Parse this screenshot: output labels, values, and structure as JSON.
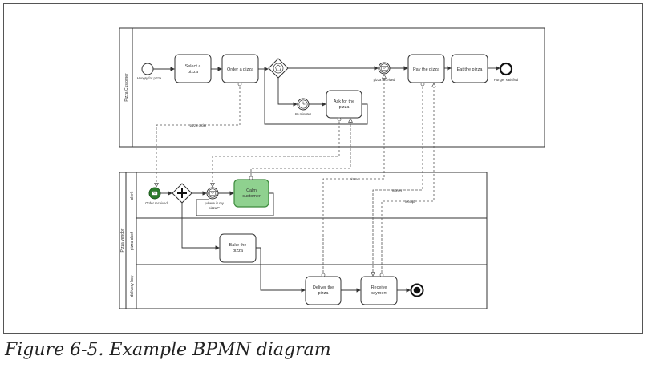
{
  "figure": {
    "caption": "Figure 6-5. Example BPMN diagram"
  },
  "pools": {
    "customer": {
      "name": "Pizza Customer",
      "start_label": "Hungry for pizza",
      "select": [
        "Select a",
        "pizza"
      ],
      "order": "Order a pizza",
      "timer_label": "60 minutes",
      "ask": [
        "Ask for the",
        "pizza"
      ],
      "received_label": "pizza received",
      "pay": "Pay the pizza",
      "eat": "Eat the pizza",
      "end_label": "Hunger satisfied"
    },
    "vendor": {
      "name": "Pizza vendor",
      "lanes": [
        "clerk",
        "pizza chef",
        "delivery boy"
      ],
      "start_label": "Order received",
      "where_label": [
        "„where is my",
        "pizza?“"
      ],
      "calm": [
        "Calm",
        "customer"
      ],
      "bake": [
        "Bake the",
        "pizza"
      ],
      "deliver": [
        "Deliver the",
        "pizza"
      ],
      "receive": [
        "Receive",
        "payment"
      ]
    }
  },
  "messages": {
    "pizza_order": "pizza order",
    "pizza": "pizza",
    "money": "money",
    "receipt": "receipt"
  },
  "colors": {
    "stroke": "#333333",
    "highlight_fill": "#8fd18f",
    "highlight_stroke": "#3c8a3c",
    "start_event_green": "#2b7d2b"
  }
}
